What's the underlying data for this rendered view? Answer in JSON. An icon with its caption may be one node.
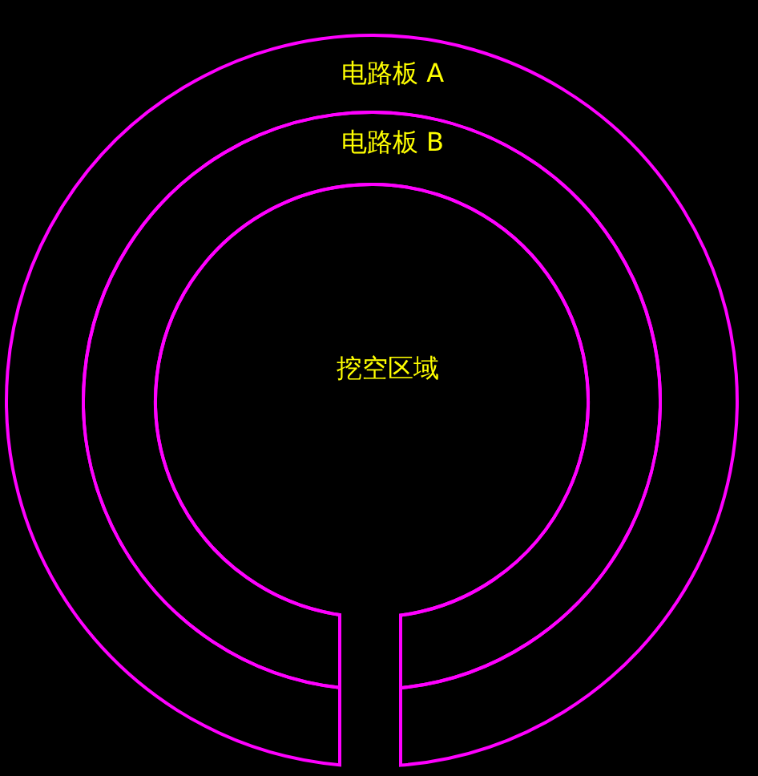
{
  "diagram": {
    "nodes": [
      {
        "text": [
          "电路板 A"
        ]
      },
      {
        "text": [
          "电路板 B"
        ],
        "in": 0
      },
      {
        "text": [
          "挖空区域"
        ],
        "in": 1
      }
    ],
    "edges": []
  }
}
